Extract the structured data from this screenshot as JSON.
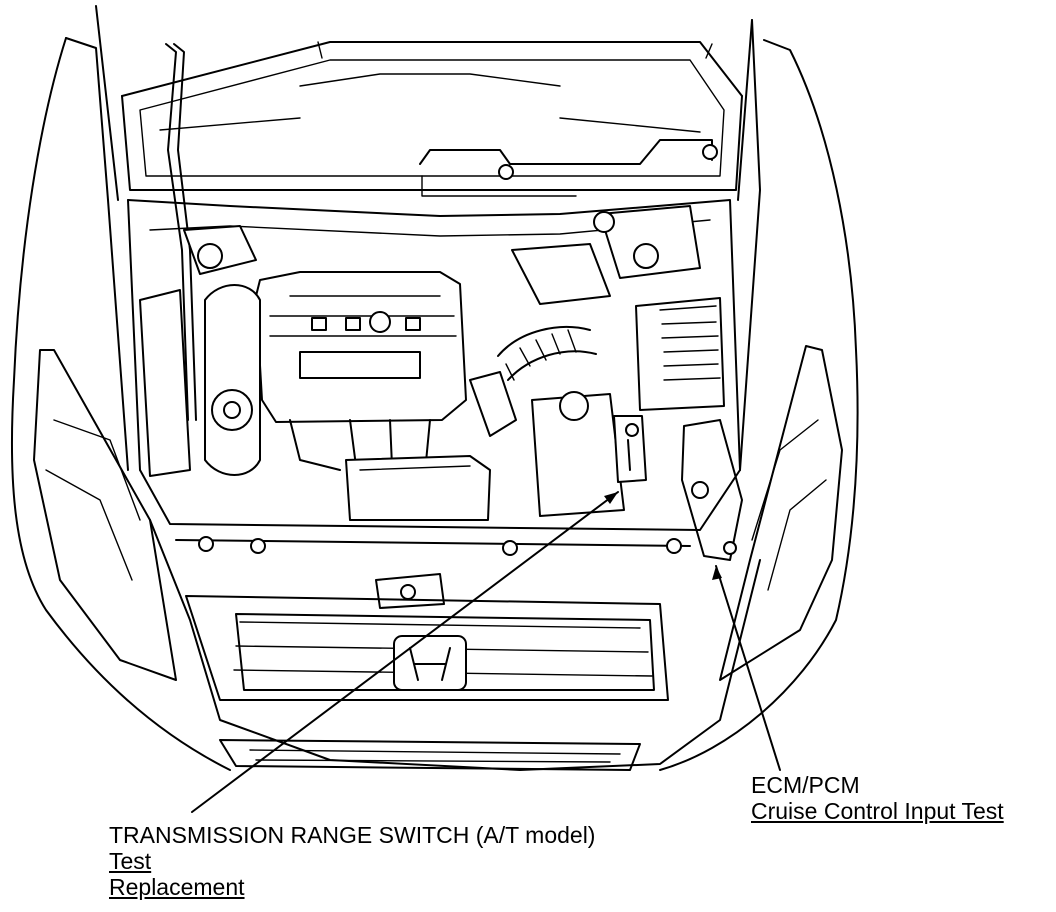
{
  "callouts": {
    "transmission_range_switch": {
      "title": "TRANSMISSION RANGE SWITCH (A/T model)",
      "links": [
        "Test",
        "Replacement"
      ]
    },
    "ecm_pcm": {
      "title": "ECM/PCM",
      "links": [
        "Cruise Control Input Test"
      ]
    }
  },
  "icons": [
    "honda-emblem-icon"
  ]
}
